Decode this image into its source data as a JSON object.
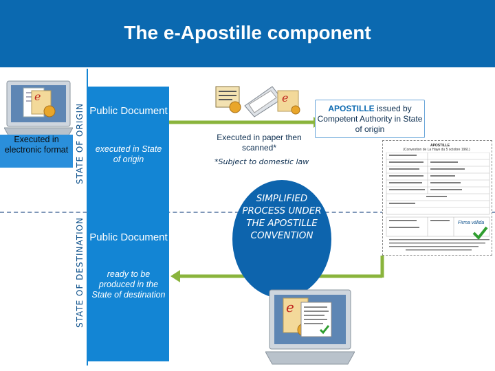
{
  "header": {
    "title": "The e-Apostille component"
  },
  "left": {
    "executed_label": "Executed in electronic format"
  },
  "side_labels": {
    "origin": "STATE OF ORIGIN",
    "destination": "STATE OF DESTINATION"
  },
  "center_column": {
    "top_title": "Public Document",
    "top_subtitle": "executed in State of origin",
    "bottom_title": "Public Document",
    "bottom_subtitle": "ready to be produced in the State of destination"
  },
  "scan": {
    "caption": "Executed in paper then scanned*",
    "footnote": "*Subject to domestic law"
  },
  "apostille": {
    "label_highlight": "APOSTILLE",
    "label_rest": " issued by Competent Authority in State of origin"
  },
  "process": {
    "text": "SIMPLIFIED PROCESS UNDER THE APOSTILLE CONVENTION"
  },
  "certificate": {
    "title": "APOSTILLE",
    "subtitle": "(Convention de La Haye du 5 octobre 1961)",
    "signature_label": "Firma válida"
  },
  "colors": {
    "header": "#0b69b0",
    "column": "#1385d4",
    "arrow": "#8ab43c",
    "oval": "#0d64ad",
    "label_blue": "#0b4f8a"
  }
}
